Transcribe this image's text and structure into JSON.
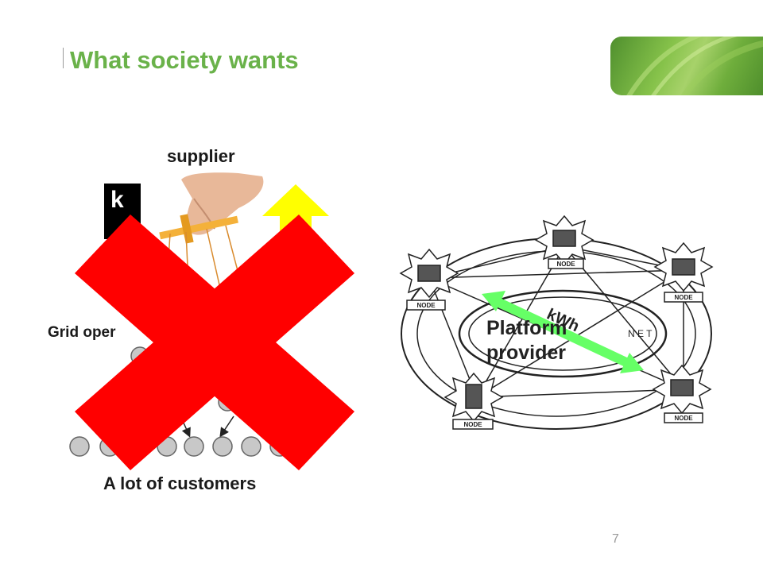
{
  "slide": {
    "title": "What society wants",
    "page_number": "7"
  },
  "left_diagram": {
    "supplier_label": "supplier",
    "grid_operator_label": "Grid oper",
    "customers_label": "A lot of customers",
    "k_box_label": "k"
  },
  "right_diagram": {
    "platform_label_line1": "Platform",
    "platform_label_line2": "provider",
    "kwh_label": "kWh",
    "node_label": "NODE",
    "network_label": "N E T"
  },
  "colors": {
    "title_green": "#6ab24a",
    "cross_red": "#ff0000",
    "arrow_green": "#66ff66",
    "arrow_yellow": "#ffff00"
  }
}
